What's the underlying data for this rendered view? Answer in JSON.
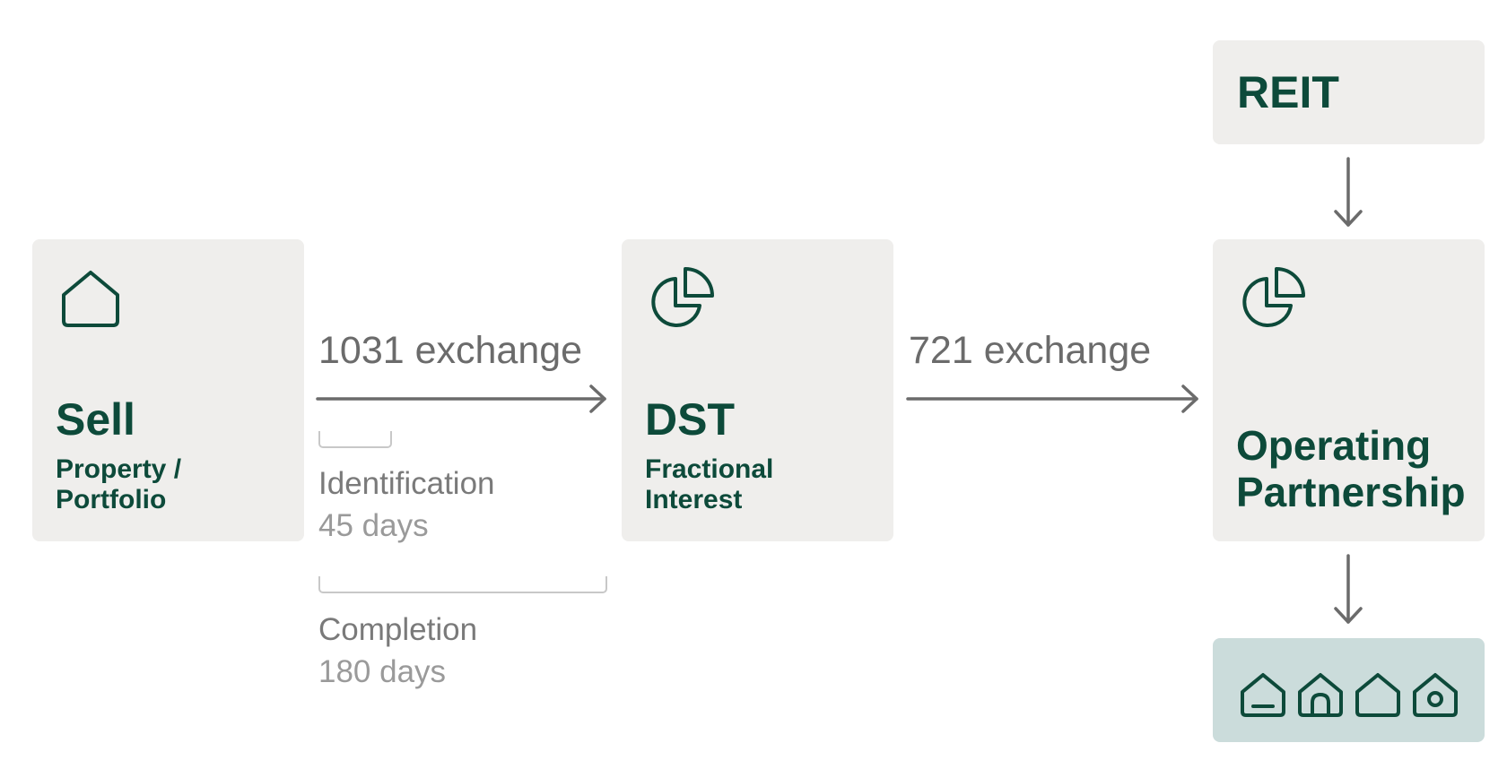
{
  "nodes": {
    "sell": {
      "title": "Sell",
      "subtitle_line1": "Property /",
      "subtitle_line2": "Portfolio",
      "icon": "house-icon"
    },
    "dst": {
      "title": "DST",
      "subtitle_line1": "Fractional",
      "subtitle_line2": "Interest",
      "icon": "pie-chart-icon"
    },
    "operating_partnership": {
      "title_line1": "Operating",
      "title_line2": "Partnership",
      "icon": "pie-chart-icon"
    },
    "reit": {
      "title": "REIT"
    },
    "properties": {
      "icons": [
        "house-garage-icon",
        "house-door-icon",
        "house-icon",
        "house-target-icon"
      ]
    }
  },
  "edges": {
    "exchange_1031": {
      "label": "1031 exchange"
    },
    "exchange_721": {
      "label": "721 exchange"
    }
  },
  "timeline": {
    "identification": {
      "label": "Identification",
      "days": "45 days"
    },
    "completion": {
      "label": "Completion",
      "days": "180 days"
    }
  },
  "colors": {
    "brand_green": "#0d4a3a",
    "card_bg": "#efeeec",
    "teal_card_bg": "#cbdcdb",
    "arrow_gray": "#6b6b6b",
    "bracket_gray": "#c8c8c8"
  }
}
